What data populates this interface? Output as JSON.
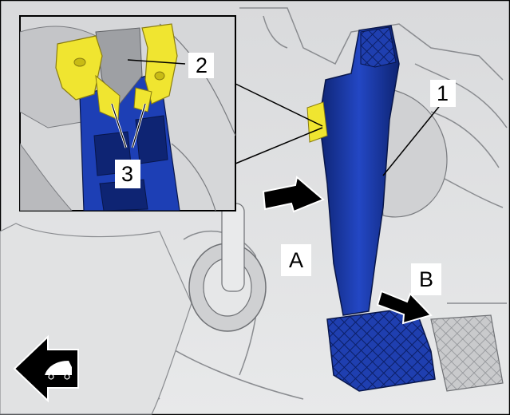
{
  "diagram": {
    "colors": {
      "part_blue": "#1a3aa8",
      "part_blue_dark": "#0e2473",
      "bracket_yellow": "#f0e530",
      "background_gray": "#d7d8da",
      "line_gray": "#8a8c90",
      "arrow_black": "#000000"
    },
    "callouts": {
      "pedal": "1",
      "bracket": "2",
      "clips": "3",
      "step_a": "A",
      "step_b": "B"
    },
    "icons": [
      "front-of-vehicle-arrow-icon"
    ]
  }
}
